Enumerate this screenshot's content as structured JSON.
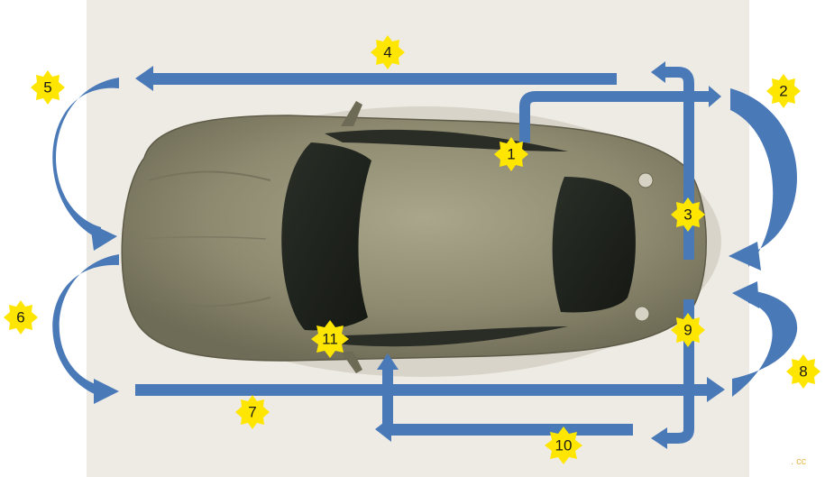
{
  "diagram": {
    "colors": {
      "arrow": "#4a79b7",
      "arrow_edge": "#3c649c",
      "badge": "#ffe600",
      "car_body": "#8e8a70",
      "window": "#1d211c"
    },
    "steps": [
      "1",
      "2",
      "3",
      "4",
      "5",
      "6",
      "7",
      "8",
      "9",
      "10",
      "11"
    ],
    "watermark": ". cc"
  }
}
